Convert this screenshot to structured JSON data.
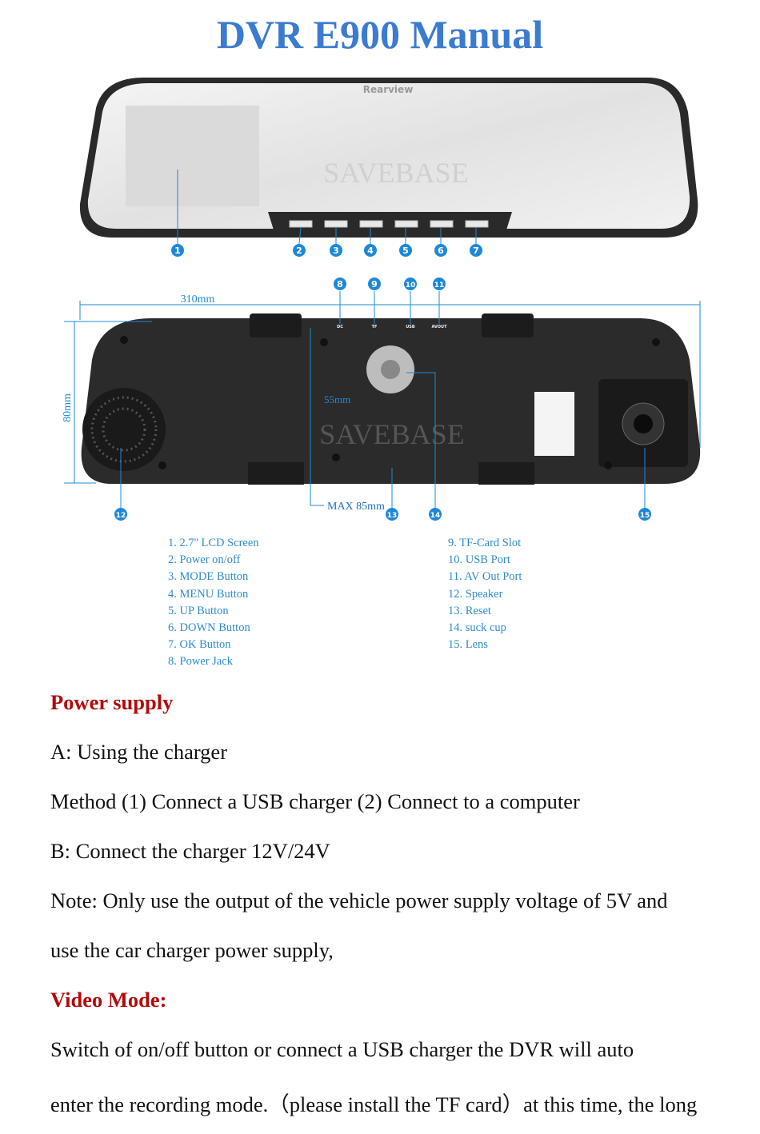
{
  "title": "DVR E900 Manual",
  "figure": {
    "brand_text": "Rearview",
    "watermark": "SAVEBASE",
    "dimensions": {
      "width": "310mm",
      "height": "80mm",
      "depth": "55mm",
      "max": "MAX 85mm"
    },
    "port_labels": [
      "DC",
      "TF",
      "USB",
      "AVOUT"
    ],
    "callouts": [
      "1",
      "2",
      "3",
      "4",
      "5",
      "6",
      "7",
      "8",
      "9",
      "10",
      "11",
      "12",
      "13",
      "14",
      "15"
    ],
    "accent_color": "#1e88d8"
  },
  "parts_left": [
    "1. 2.7'' LCD Screen",
    "2. Power on/off",
    "3. MODE Button",
    "4. MENU Button",
    "5. UP Button",
    "6. DOWN Button",
    "7. OK Button",
    "8. Power Jack"
  ],
  "parts_right": [
    "9. TF-Card Slot",
    "10. USB Port",
    "11. AV Out Port",
    "12. Speaker",
    "13. Reset",
    "14. suck cup",
    "15. Lens"
  ],
  "sections": {
    "power_heading": "Power supply",
    "a": "A: Using the charger",
    "method": "Method (1) Connect a USB charger (2) Connect to a computer",
    "b": "B: Connect the charger 12V/24V",
    "note1": "Note: Only use the output of the vehicle power supply voltage of 5V and",
    "note2": "use the car charger power supply,",
    "video_heading": "Video Mode:",
    "video1": "Switch of on/off button or connect a USB charger the DVR will auto",
    "video2": "enter the recording mode.（please install the TF card）at this time, the long"
  }
}
